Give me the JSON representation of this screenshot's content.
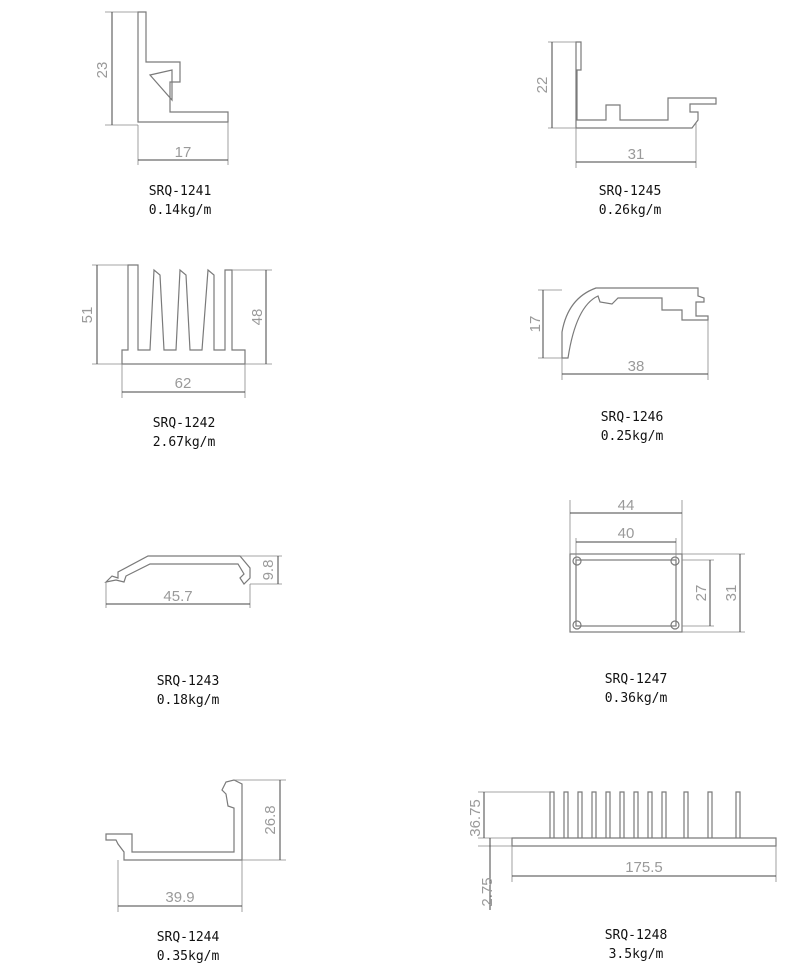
{
  "profiles": [
    {
      "code": "SRQ-1241",
      "weight": "0.14kg/m",
      "dims": [
        "23",
        "17"
      ]
    },
    {
      "code": "SRQ-1245",
      "weight": "0.26kg/m",
      "dims": [
        "22",
        "31"
      ]
    },
    {
      "code": "SRQ-1242",
      "weight": "2.67kg/m",
      "dims": [
        "51",
        "48",
        "62"
      ]
    },
    {
      "code": "SRQ-1246",
      "weight": "0.25kg/m",
      "dims": [
        "17",
        "38"
      ]
    },
    {
      "code": "SRQ-1243",
      "weight": "0.18kg/m",
      "dims": [
        "9.8",
        "45.7"
      ]
    },
    {
      "code": "SRQ-1247",
      "weight": "0.36kg/m",
      "dims": [
        "44",
        "40",
        "27",
        "31"
      ]
    },
    {
      "code": "SRQ-1244",
      "weight": "0.35kg/m",
      "dims": [
        "26.8",
        "39.9"
      ]
    },
    {
      "code": "SRQ-1248",
      "weight": "3.5kg/m",
      "dims": [
        "36.75",
        "2.75",
        "175.5"
      ]
    }
  ]
}
